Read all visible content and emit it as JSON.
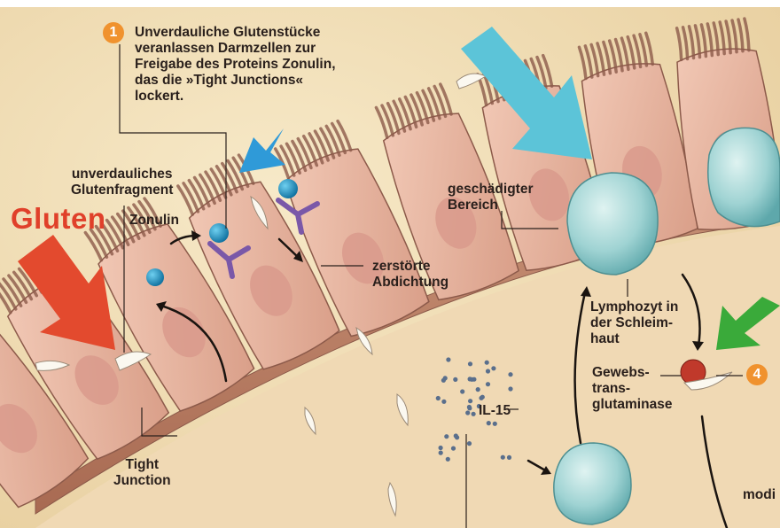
{
  "title_word": "Gluten",
  "steps": [
    {
      "number": "1",
      "text": "Unverdauliche Glutenstücke\nveranlassen Darmzellen zur\nFreigabe des Proteins Zonulin,\ndas die »Tight Junctions«\nlockert."
    },
    {
      "number": "4",
      "text": ""
    }
  ],
  "labels": {
    "fragment": "unverdauliches\nGlutenfragment",
    "zonulin": "Zonulin",
    "damaged": "geschädigter\nBereich",
    "destroyed_seal": "zerstörte\nAbdichtung",
    "lymphocyte": "Lymphozyt in\nder Schleim-\nhaut",
    "transglutaminase": "Gewebs-\ntrans-\nglutaminase",
    "il15": "IL-15",
    "tight_junction": "Tight\nJunction",
    "cut_text": "modi"
  },
  "colors": {
    "background": "#f3e2bc",
    "cell_body": "#e9b9a4",
    "cell_outline": "#8c5a4a",
    "nucleus": "#d99a8c",
    "lymphocyte": "#9fd3d3",
    "arrow_red": "#e34a2e",
    "arrow_teal": "#5cc4d8",
    "arrow_blue": "#2f9ad8",
    "arrow_green": "#3aaa3a",
    "badge": "#f0922e",
    "zonulin": "#1e8fbf",
    "receptor": "#7a58a8"
  }
}
